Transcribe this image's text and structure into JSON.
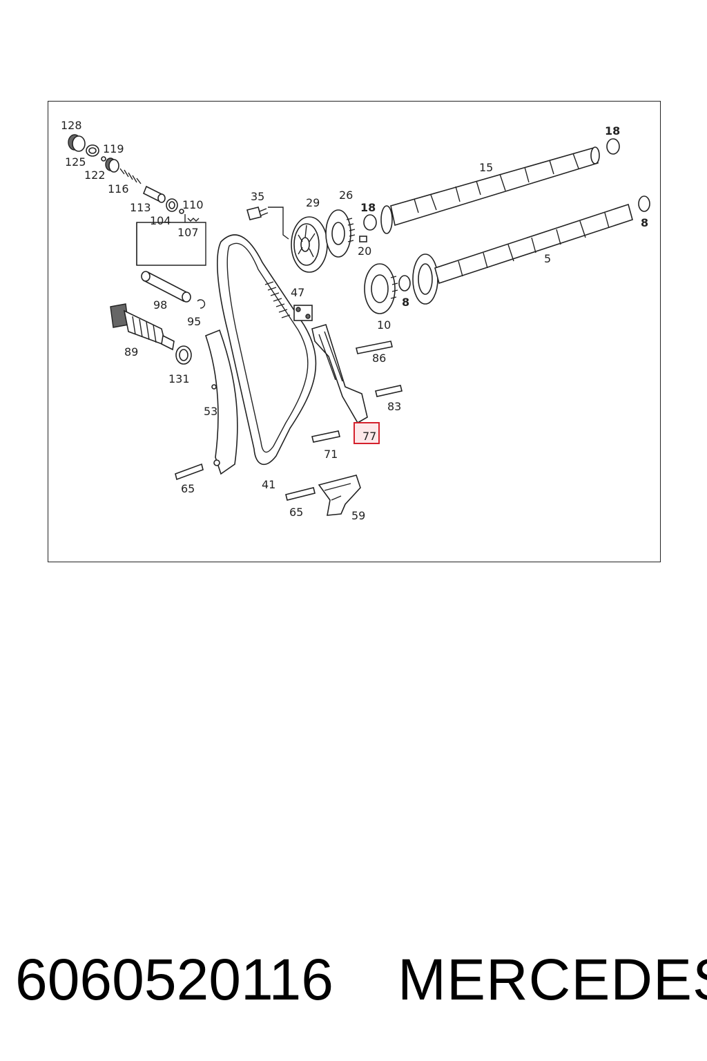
{
  "diagram": {
    "labels": {
      "l128": "128",
      "l125": "125",
      "l119": "119",
      "l122": "122",
      "l116": "116",
      "l113": "113",
      "l104": "104",
      "l110": "110",
      "l107": "107",
      "l98": "98",
      "l95": "95",
      "l89": "89",
      "l131": "131",
      "l35": "35",
      "l29": "29",
      "l26": "26",
      "l18a": "18",
      "l20": "20",
      "l15": "15",
      "l18b": "18",
      "l8a": "8",
      "l5": "5",
      "l8b": "8",
      "l10": "10",
      "l47": "47",
      "l86": "86",
      "l83": "83",
      "l77": "77",
      "l71": "71",
      "l53": "53",
      "l41": "41",
      "l65a": "65",
      "l65b": "65",
      "l59": "59"
    },
    "highlighted_part": "77",
    "highlight_color": "#d4202c"
  },
  "caption": {
    "part_number": "6060520116",
    "brand": "MERCEDES"
  }
}
